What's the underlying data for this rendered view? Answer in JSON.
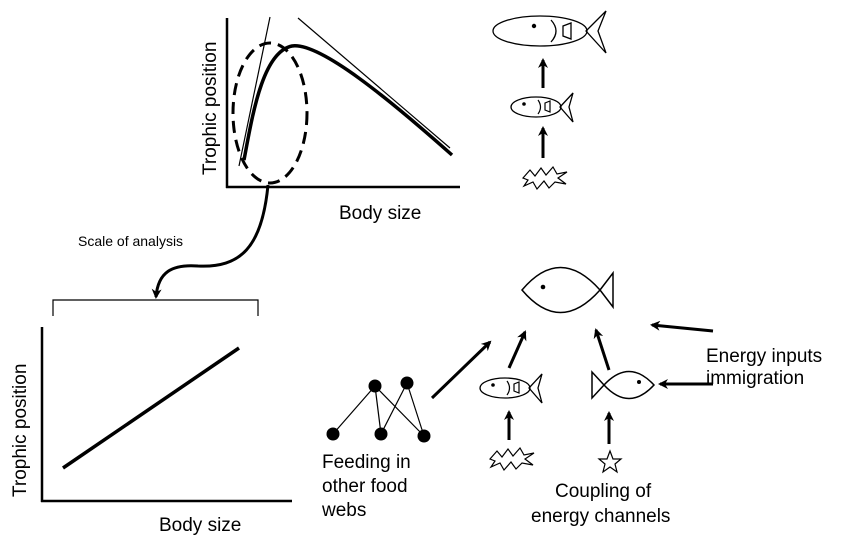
{
  "top_panel": {
    "y_axis_label": "Trophic position",
    "x_axis_label": "Body size"
  },
  "scale_label": "Scale of analysis",
  "bottom_panel": {
    "y_axis_label": "Trophic position",
    "x_axis_label": "Body size"
  },
  "labels": {
    "energy_inputs_line1": "Energy inputs",
    "energy_inputs_line2": "immigration",
    "feeding_line1": "Feeding in",
    "feeding_line2": "other food",
    "feeding_line3": "webs",
    "coupling_line1": "Coupling of",
    "coupling_line2": "energy channels"
  }
}
